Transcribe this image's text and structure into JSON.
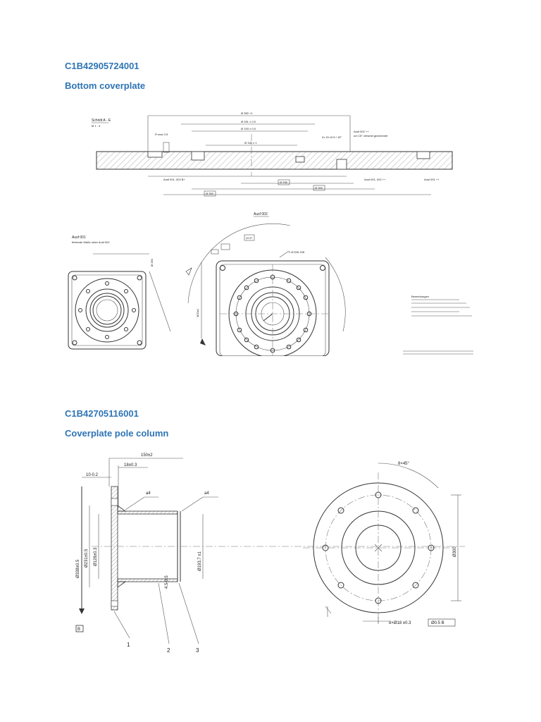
{
  "doc": {
    "part1": {
      "code": "C1B42905724001",
      "title": "Bottom coverplate",
      "section_label": "Schnitt A - E",
      "variant_top": "Ausf 002",
      "variant_left": "Ausf 001",
      "variant_left_note": "fehlende Maße unter Ausf 002",
      "notes_heading": "Bemerkungen"
    },
    "part2": {
      "code": "C1B42705116001",
      "title": "Coverplate pole column",
      "dims": {
        "overall_length": "150±2",
        "flange_offset": "18±0.3",
        "flange_thick": "10-0.2",
        "weld_a": "a4",
        "weld_b": "a4",
        "d_outer": "Ø338±0.5",
        "d_mid": "Ø231±0.5",
        "d_inner": "Ø128±0.3",
        "wall": "4.5-0.5",
        "tube_d": "Ø193.7 ±1",
        "angle": "8×45°",
        "pcd": "Ø300",
        "holes": "8×Ø18 ±0.3",
        "tol": "Ø0.5 B",
        "datum": "B"
      },
      "callouts": [
        "1",
        "2",
        "3"
      ]
    }
  }
}
